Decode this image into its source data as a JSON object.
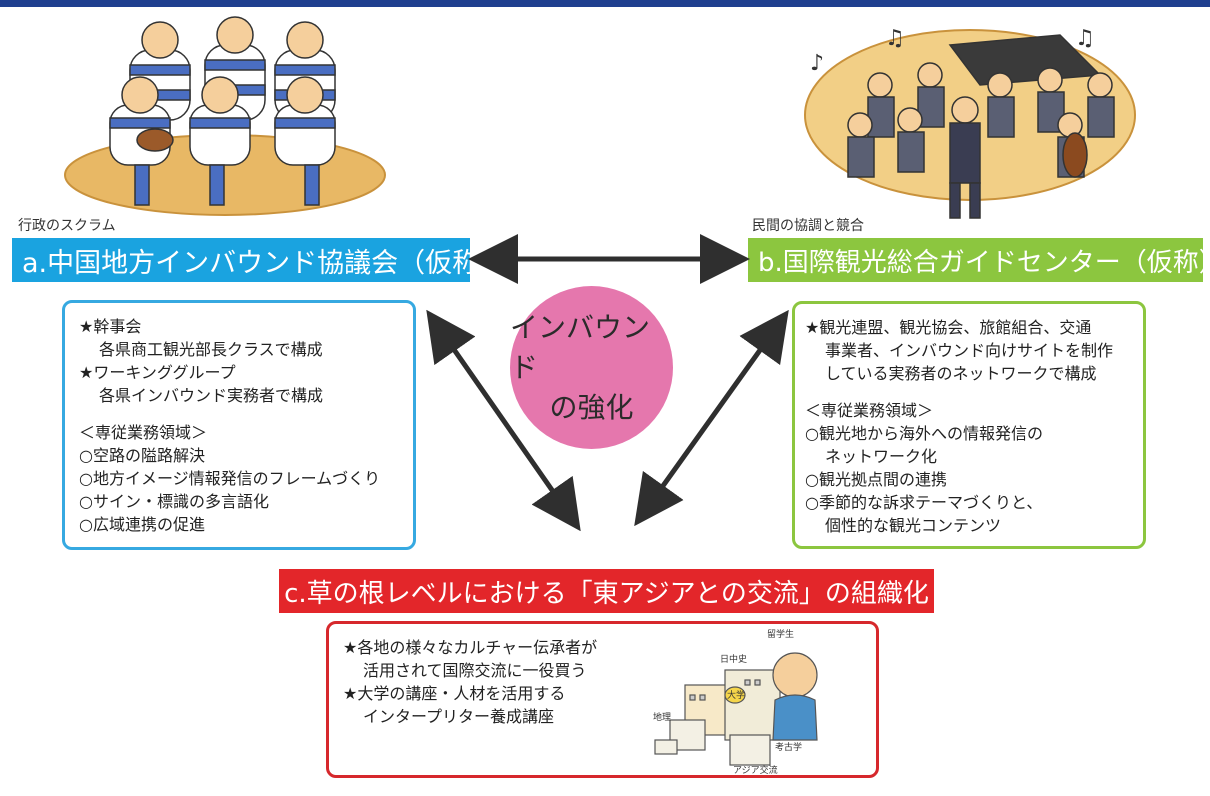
{
  "captions": {
    "a": "行政のスクラム",
    "b": "民間の協調と競合"
  },
  "titles": {
    "a": "a.中国地方インバウンド協議会（仮称）",
    "b": "b.国際観光総合ガイドセンター（仮称）",
    "c": "c.草の根レベルにおける「東アジアとの交流」の組織化"
  },
  "center": {
    "line1": "インバウンド",
    "line2": "の強化"
  },
  "box_a": {
    "l1": "★幹事会",
    "l2": "各県商工観光部長クラスで構成",
    "l3": "★ワーキンググループ",
    "l4": "各県インバウンド実務者で構成",
    "l5": "＜専従業務領域＞",
    "l6": "○空路の隘路解決",
    "l7": "○地方イメージ情報発信のフレームづくり",
    "l8": "○サイン・標識の多言語化",
    "l9": "○広域連携の促進"
  },
  "box_b": {
    "l1": "★観光連盟、観光協会、旅館組合、交通",
    "l2": "事業者、インバウンド向けサイトを制作",
    "l3": "している実務者のネットワークで構成",
    "l4": "＜専従業務領域＞",
    "l5": "○観光地から海外への情報発信の",
    "l6": "ネットワーク化",
    "l7": "○観光拠点間の連携",
    "l8": "○季節的な訴求テーマづくりと、",
    "l9": "個性的な観光コンテンツ"
  },
  "box_c": {
    "l1": "★各地の様々なカルチャー伝承者が",
    "l2": "活用されて国際交流に一役買う",
    "l3": "★大学の講座・人材を活用する",
    "l4": "インタープリター養成講座"
  },
  "campus_labels": {
    "student": "留学生",
    "intl_history": "日中史",
    "geography": "地理",
    "university": "大学",
    "archaeology": "考古学",
    "asia_exchange": "アジア交流"
  },
  "colors": {
    "a": "#1aa3e0",
    "b": "#8cc63f",
    "c": "#e3262a",
    "center": "#e577ad",
    "arrow": "#2f2f2f"
  }
}
